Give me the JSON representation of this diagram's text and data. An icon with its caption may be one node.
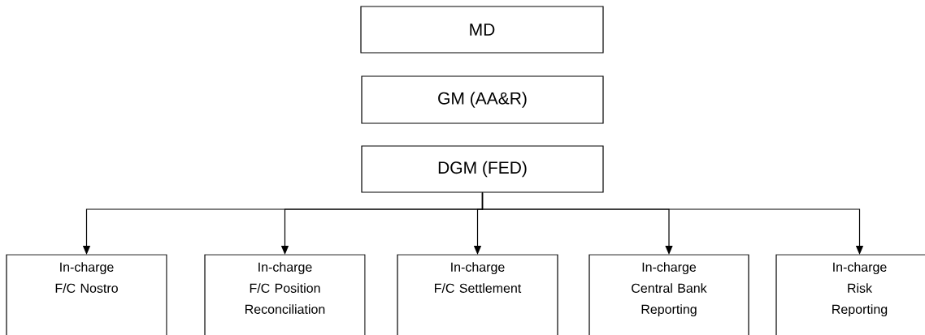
{
  "diagram": {
    "nodes": [
      {
        "text": [
          "MD"
        ]
      },
      {
        "text": [
          "GM (AA&R)"
        ]
      },
      {
        "text": [
          "DGM (FED)"
        ]
      },
      {
        "text": [
          "In-charge",
          "F/C Nostro"
        ]
      },
      {
        "text": [
          "In-charge",
          "F/C Position Reconciliation"
        ]
      },
      {
        "text": [
          "In-charge",
          "F/C Settlement"
        ]
      },
      {
        "text": [
          "In-charge",
          "Central Bank Reporting"
        ]
      },
      {
        "text": [
          "In-charge",
          "Risk Reporting"
        ]
      }
    ],
    "edges": [
      {
        "from": 2,
        "to": 3,
        "arrow": "to"
      },
      {
        "from": 2,
        "to": 4,
        "arrow": "to"
      },
      {
        "from": 2,
        "to": 5,
        "arrow": "to"
      },
      {
        "from": 2,
        "to": 6,
        "arrow": "to"
      },
      {
        "from": 2,
        "to": 7,
        "arrow": "to"
      }
    ]
  }
}
